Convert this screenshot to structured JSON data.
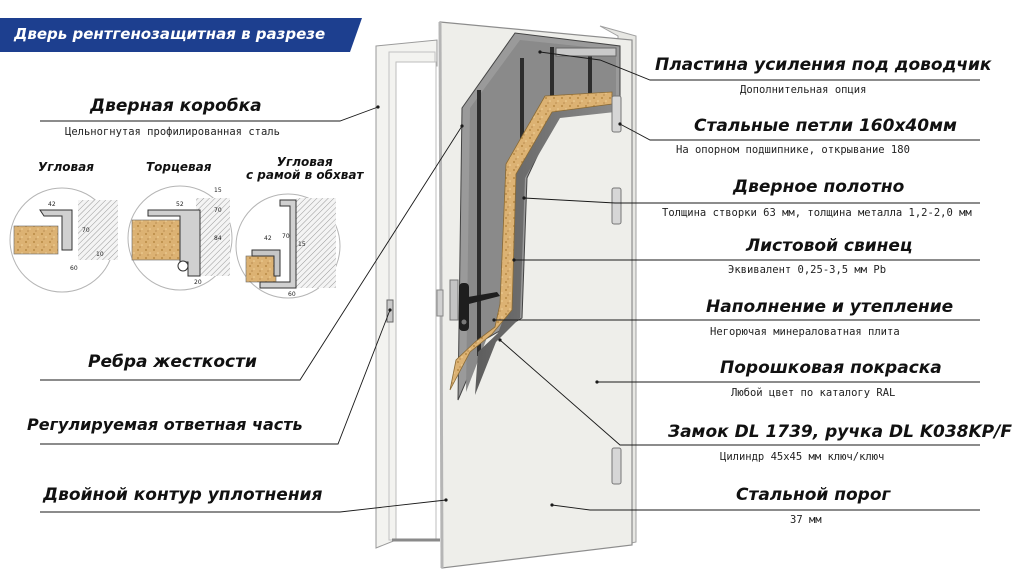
{
  "header": {
    "banner_title": "Дверь рентгенозащитная в разрезе"
  },
  "left_labels": {
    "frame": {
      "title": "Дверная коробка",
      "subtitle": "Цельногнутая профилированная сталь"
    },
    "profiles": [
      {
        "label": "Угловая",
        "dims": [
          "42",
          "60",
          "10",
          "70"
        ]
      },
      {
        "label": "Торцевая",
        "dims": [
          "52",
          "15",
          "84",
          "20",
          "70"
        ]
      },
      {
        "label": "Угловая\nс рамой в обхват",
        "dims": [
          "42",
          "70",
          "60",
          "15"
        ]
      }
    ],
    "ribs": {
      "title": "Ребра жесткости"
    },
    "strike": {
      "title": "Регулируемая ответная часть"
    },
    "seal": {
      "title": "Двойной контур уплотнения"
    }
  },
  "right_labels": [
    {
      "title": "Пластина усиления под доводчик",
      "subtitle": "Дополнительная опция"
    },
    {
      "title": "Стальные петли 160х40мм",
      "subtitle": "На опорном подшипнике, открывание 180"
    },
    {
      "title": "Дверное полотно",
      "subtitle": "Толщина створки 63 мм, толщина металла 1,2-2,0 мм"
    },
    {
      "title": "Листовой свинец",
      "subtitle": "Эквивалент 0,25-3,5 мм Pb"
    },
    {
      "title": "Наполнение и утепление",
      "subtitle": "Негорючая минераловатная плита"
    },
    {
      "title": "Порошковая покраска",
      "subtitle": "Любой цвет по каталогу RAL"
    },
    {
      "title": "Замок DL 1739, ручка DL K038KP/F",
      "subtitle": "Цилиндр 45х45 мм ключ/ключ"
    },
    {
      "title": "Стальной порог",
      "subtitle": "37 мм"
    }
  ],
  "colors": {
    "banner": "#1d3f8f",
    "door": "#eeeeea",
    "lead": "#6e6e6e",
    "insulation": "#d9b070",
    "ribs": "#3a3a3a"
  }
}
